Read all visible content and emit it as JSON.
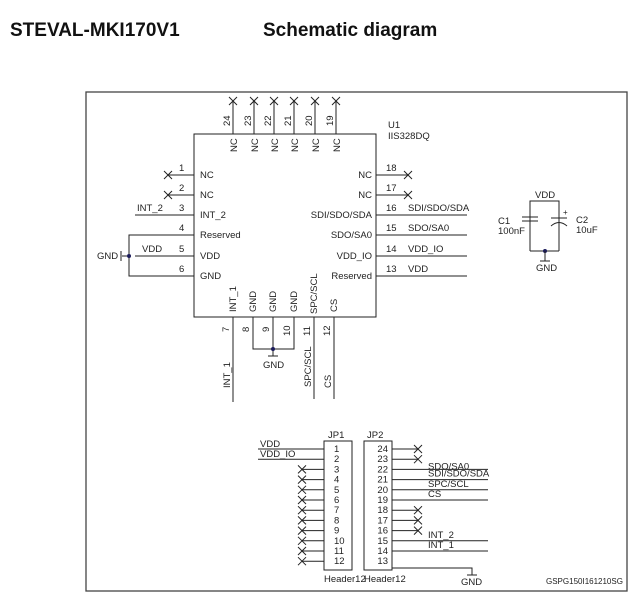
{
  "header": {
    "board_id": "STEVAL-MKI170V1",
    "title": "Schematic diagram"
  },
  "u1": {
    "ref": "U1",
    "part": "IIS328DQ",
    "left_pins": [
      {
        "num": "1",
        "name": "NC",
        "net": "",
        "nc": true
      },
      {
        "num": "2",
        "name": "NC",
        "net": "",
        "nc": true
      },
      {
        "num": "3",
        "name": "INT_2",
        "net": "INT_2",
        "nc": false
      },
      {
        "num": "4",
        "name": "Reserved",
        "net": "",
        "nc": false
      },
      {
        "num": "5",
        "name": "VDD",
        "net": "VDD",
        "nc": false
      },
      {
        "num": "6",
        "name": "GND",
        "net": "",
        "nc": false
      }
    ],
    "right_pins": [
      {
        "num": "18",
        "name": "NC",
        "net": "",
        "nc": true
      },
      {
        "num": "17",
        "name": "NC",
        "net": "",
        "nc": true
      },
      {
        "num": "16",
        "name": "SDI/SDO/SDA",
        "net": "SDI/SDO/SDA",
        "nc": false
      },
      {
        "num": "15",
        "name": "SDO/SA0",
        "net": "SDO/SA0",
        "nc": false
      },
      {
        "num": "14",
        "name": "VDD_IO",
        "net": "VDD_IO",
        "nc": false
      },
      {
        "num": "13",
        "name": "Reserved",
        "net": "VDD",
        "nc": false
      }
    ],
    "top_pins": [
      {
        "num": "24",
        "name": "NC"
      },
      {
        "num": "23",
        "name": "NC"
      },
      {
        "num": "22",
        "name": "NC"
      },
      {
        "num": "21",
        "name": "NC"
      },
      {
        "num": "20",
        "name": "NC"
      },
      {
        "num": "19",
        "name": "NC"
      }
    ],
    "bottom_pins": [
      {
        "num": "7",
        "name": "INT_1",
        "net": "INT_1"
      },
      {
        "num": "8",
        "name": "GND",
        "net": ""
      },
      {
        "num": "9",
        "name": "GND",
        "net": ""
      },
      {
        "num": "10",
        "name": "GND",
        "net": ""
      },
      {
        "num": "11",
        "name": "SPC/SCL",
        "net": "SPC/SCL"
      },
      {
        "num": "12",
        "name": "CS",
        "net": "CS"
      }
    ],
    "left_gnd_label": "GND",
    "bottom_gnd_label": "GND"
  },
  "caps": {
    "vdd_label": "VDD",
    "gnd_label": "GND",
    "c1_ref": "C1",
    "c1_value": "100nF",
    "c2_ref": "C2",
    "c2_value": "10uF",
    "c2_polarity": "+"
  },
  "jp1": {
    "ref": "JP1",
    "type": "Header12",
    "pins": [
      "1",
      "2",
      "3",
      "4",
      "5",
      "6",
      "7",
      "8",
      "9",
      "10",
      "11",
      "12"
    ],
    "nets": [
      "VDD",
      "VDD_IO",
      "",
      "",
      "",
      "",
      "",
      "",
      "",
      "",
      "",
      ""
    ]
  },
  "jp2": {
    "ref": "JP2",
    "type": "Header12",
    "pins": [
      "24",
      "23",
      "22",
      "21",
      "20",
      "19",
      "18",
      "17",
      "16",
      "15",
      "14",
      "13"
    ],
    "nets": [
      "",
      "",
      "SDO/SA0",
      "SDI/SDO/SDA",
      "SPC/SCL",
      "CS",
      "",
      "",
      "",
      "INT_2",
      "INT_1",
      ""
    ],
    "gnd_label": "GND"
  },
  "footer": {
    "code": "GSPG150I161210SG"
  }
}
